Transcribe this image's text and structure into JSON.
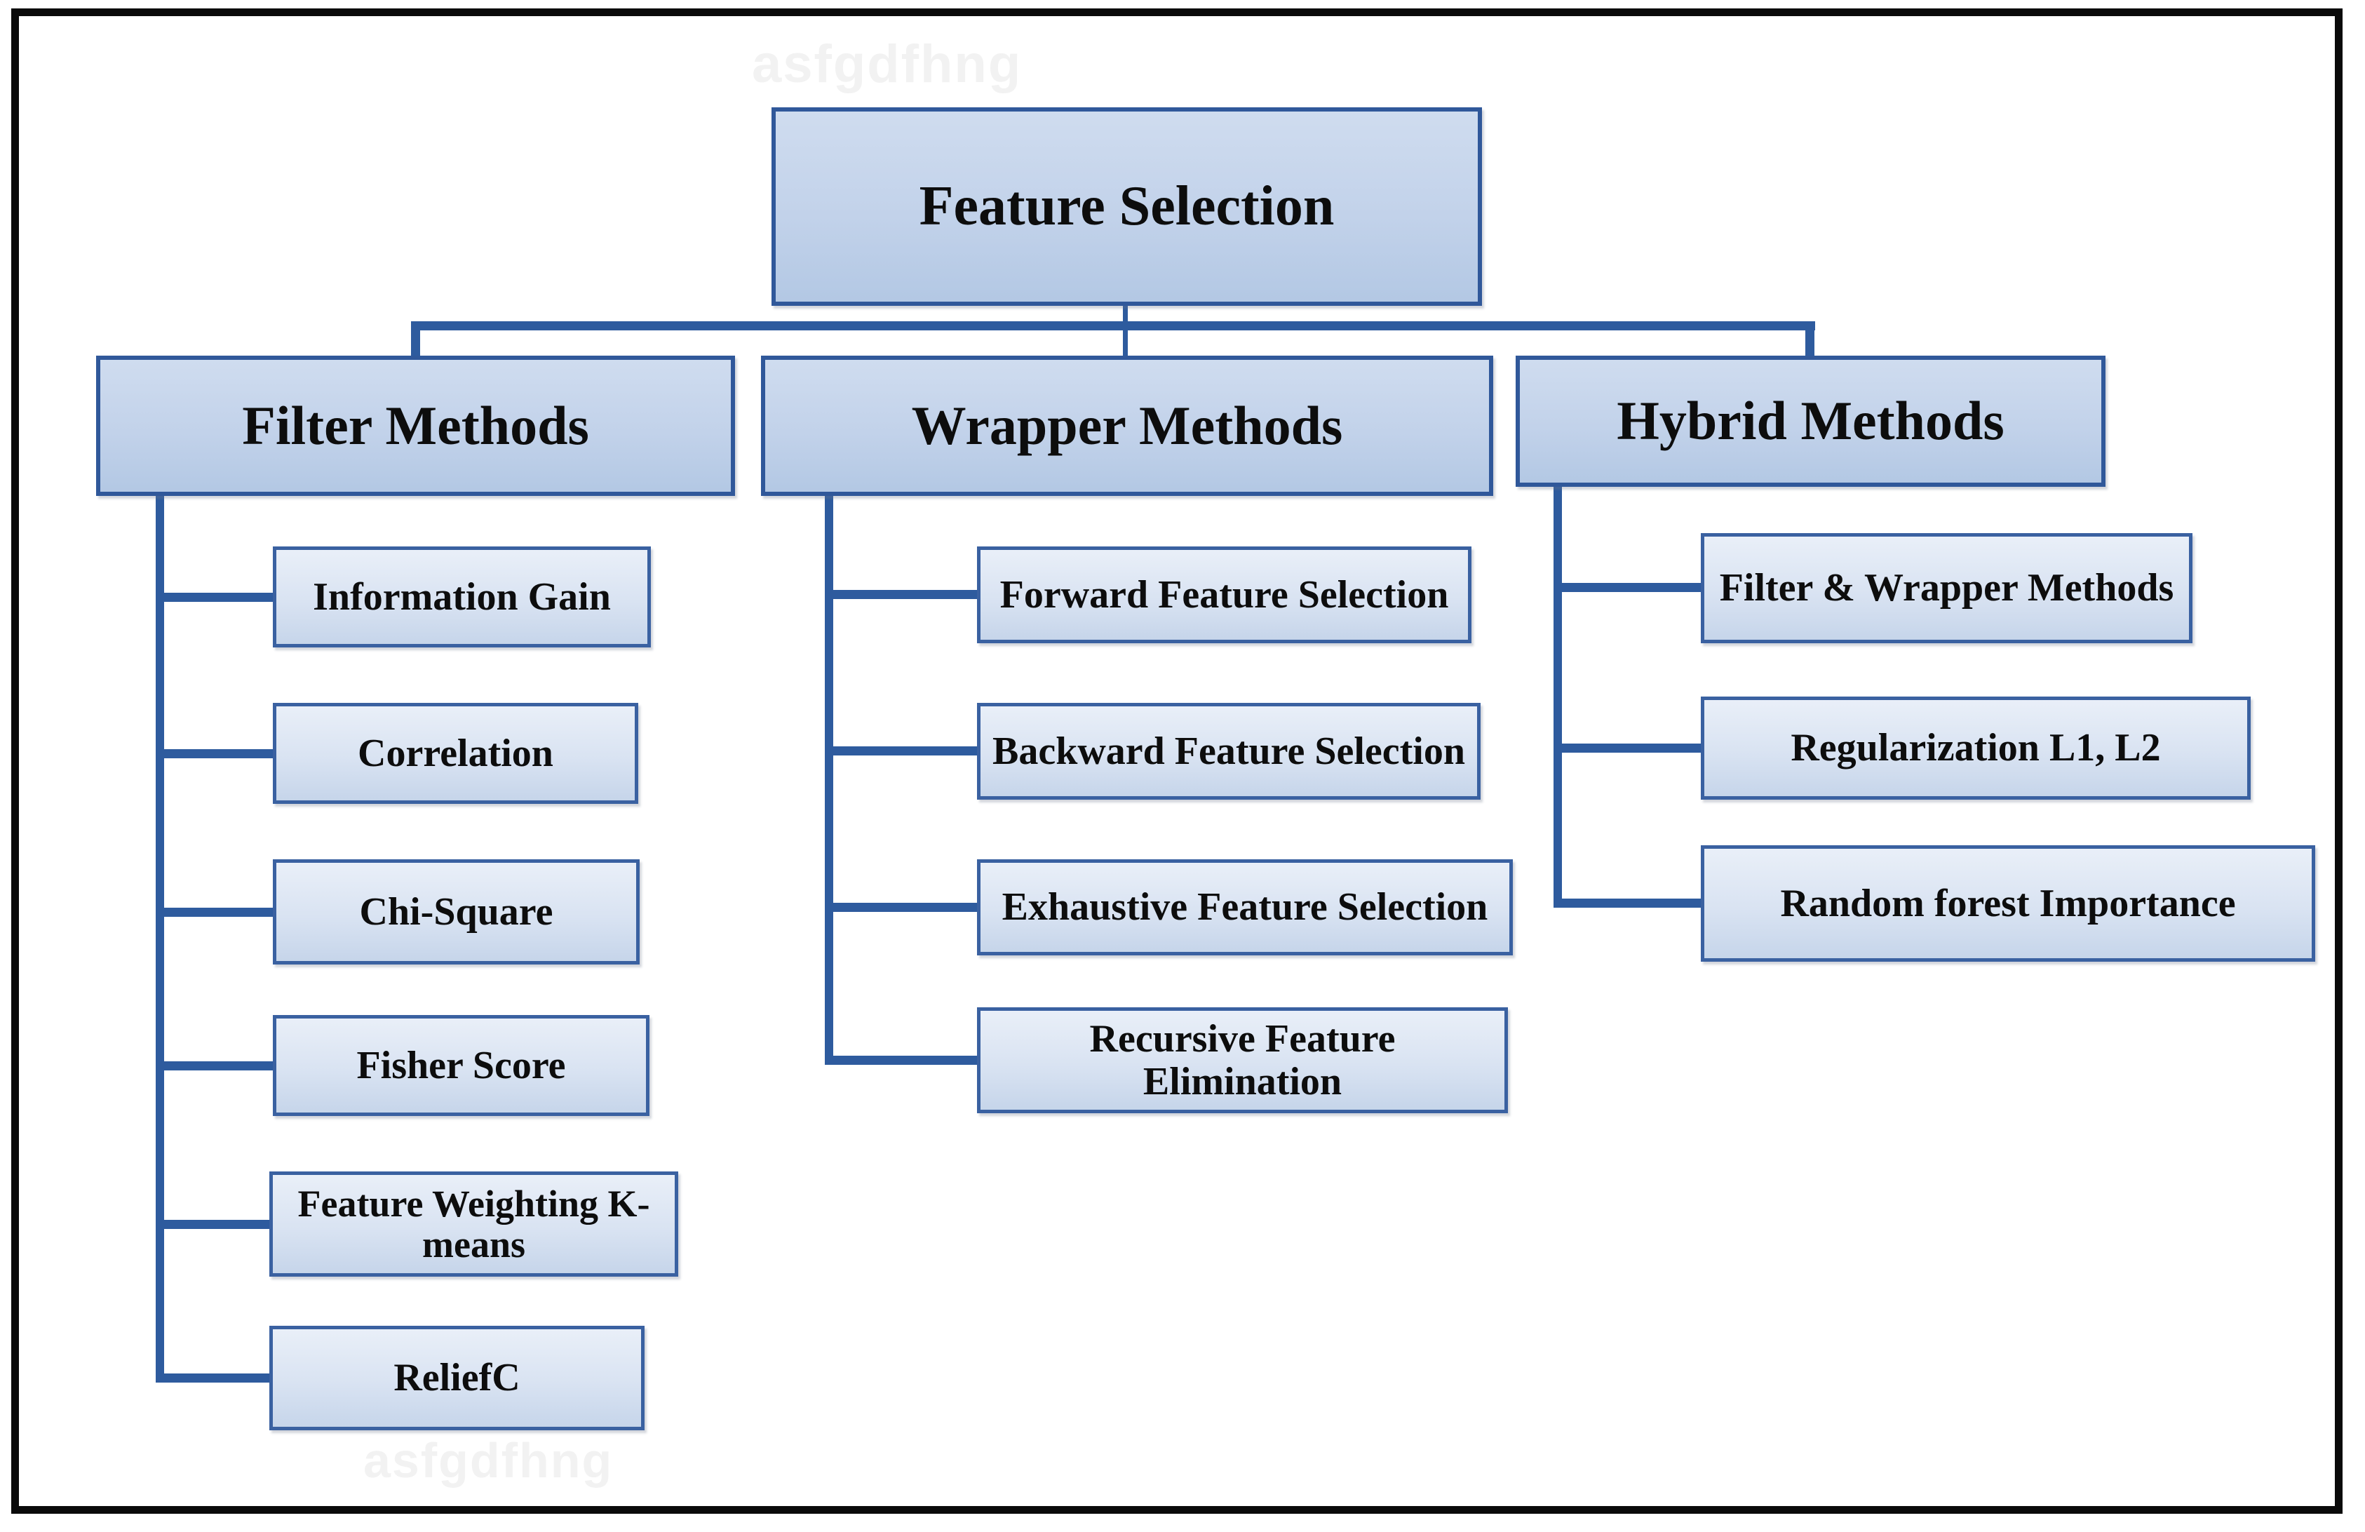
{
  "figure": {
    "type": "hierarchy-diagram",
    "watermark_top": "asfgdfhng",
    "watermark_bottom": "asfgdfhng"
  },
  "tree": {
    "root": {
      "label": "Feature Selection"
    },
    "branches": [
      {
        "label": "Filter Methods",
        "children": [
          "Information Gain",
          "Correlation",
          "Chi-Square",
          "Fisher Score",
          "Feature Weighting K-means",
          "ReliefC"
        ]
      },
      {
        "label": "Wrapper Methods",
        "children": [
          "Forward Feature Selection",
          "Backward Feature Selection",
          "Exhaustive Feature Selection",
          "Recursive Feature Elimination"
        ]
      },
      {
        "label": "Hybrid Methods",
        "children": [
          "Filter & Wrapper Methods",
          "Regularization L1, L2",
          "Random forest Importance"
        ]
      }
    ]
  },
  "colors": {
    "connector": "#2e5b9e",
    "node_border": "#3a61a1",
    "node_fill_top": "#e9eff8",
    "node_fill_bottom": "#c6d5ea",
    "header_fill_top": "#cfdcef",
    "header_fill_bottom": "#b3c8e4",
    "text": "#0d0d0d",
    "frame_border": "#0a0a0a",
    "watermark": "#f2f2f2"
  }
}
